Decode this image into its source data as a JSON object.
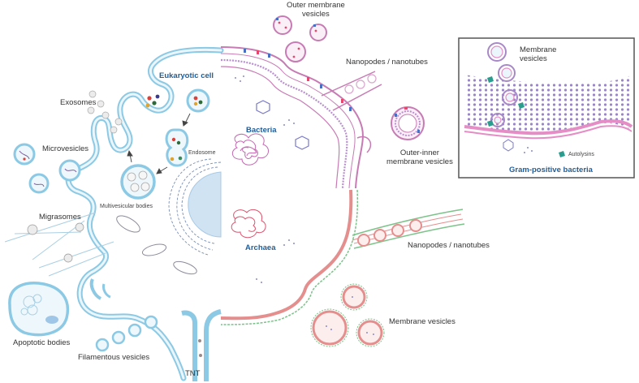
{
  "labels": {
    "outer_membrane_vesicles": "Outer membrane\nvesicles",
    "nanopodes_top": "Nanopodes / nanotubes",
    "eukaryotic_cell": "Eukaryotic cell",
    "exosomes": "Exosomes",
    "bacteria": "Bacteria",
    "microvesicles": "Microvesicles",
    "endosome": "Endosome",
    "multivesicular_bodies": "Multivesicular bodies",
    "outer_inner_membrane_vesicles": "Outer-inner\nmembrane vesicles",
    "migrasomes": "Migrasomes",
    "archaea": "Archaea",
    "nanopodes_bottom": "Nanopodes / nanotubes",
    "membrane_vesicles_archaea": "Membrane vesicles",
    "apoptotic_bodies": "Apoptotic bodies",
    "filamentous_vesicles": "Filamentous vesicles",
    "tnt": "TNT",
    "gp_membrane_vesicles": "Membrane\nvesicles",
    "autolysins": "Autolysins",
    "gram_positive_bacteria": "Gram-positive bacteria"
  },
  "colors": {
    "eukaryote_membrane": "#a9d8ec",
    "bacteria_membrane": "#c77bb4",
    "archaea_membrane": "#e58e8e",
    "archaea_slayer": "#7cc38a",
    "heading_blue": "#1f5e9c",
    "inset_border": "#555555",
    "autolysin": "#2a9d8f"
  }
}
